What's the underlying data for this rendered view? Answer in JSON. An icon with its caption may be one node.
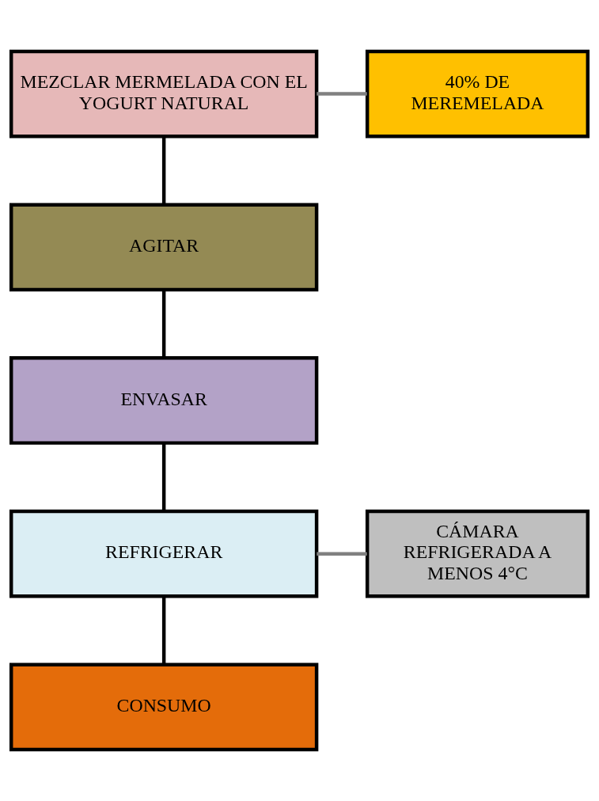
{
  "diagram": {
    "nodes": [
      {
        "text": [
          "MEZCLAR MERMELADA CON EL YOGURT NATURAL"
        ]
      },
      {
        "text": [
          "40% DE MEREMELADA"
        ]
      },
      {
        "text": [
          "AGITAR"
        ]
      },
      {
        "text": [
          "ENVASAR"
        ]
      },
      {
        "text": [
          "REFRIGERAR"
        ]
      },
      {
        "text": [
          "CÁMARA REFRIGERADA A MENOS 4°C"
        ]
      },
      {
        "text": [
          "CONSUMO"
        ]
      }
    ],
    "edges": [
      {
        "from": 0,
        "to": 1,
        "arrow": "none",
        "color": "#808080"
      },
      {
        "from": 0,
        "to": 2,
        "arrow": "none"
      },
      {
        "from": 2,
        "to": 3,
        "arrow": "none"
      },
      {
        "from": 3,
        "to": 4,
        "arrow": "none"
      },
      {
        "from": 4,
        "to": 5,
        "arrow": "none",
        "color": "#808080"
      },
      {
        "from": 4,
        "to": 6,
        "arrow": "none"
      }
    ]
  }
}
